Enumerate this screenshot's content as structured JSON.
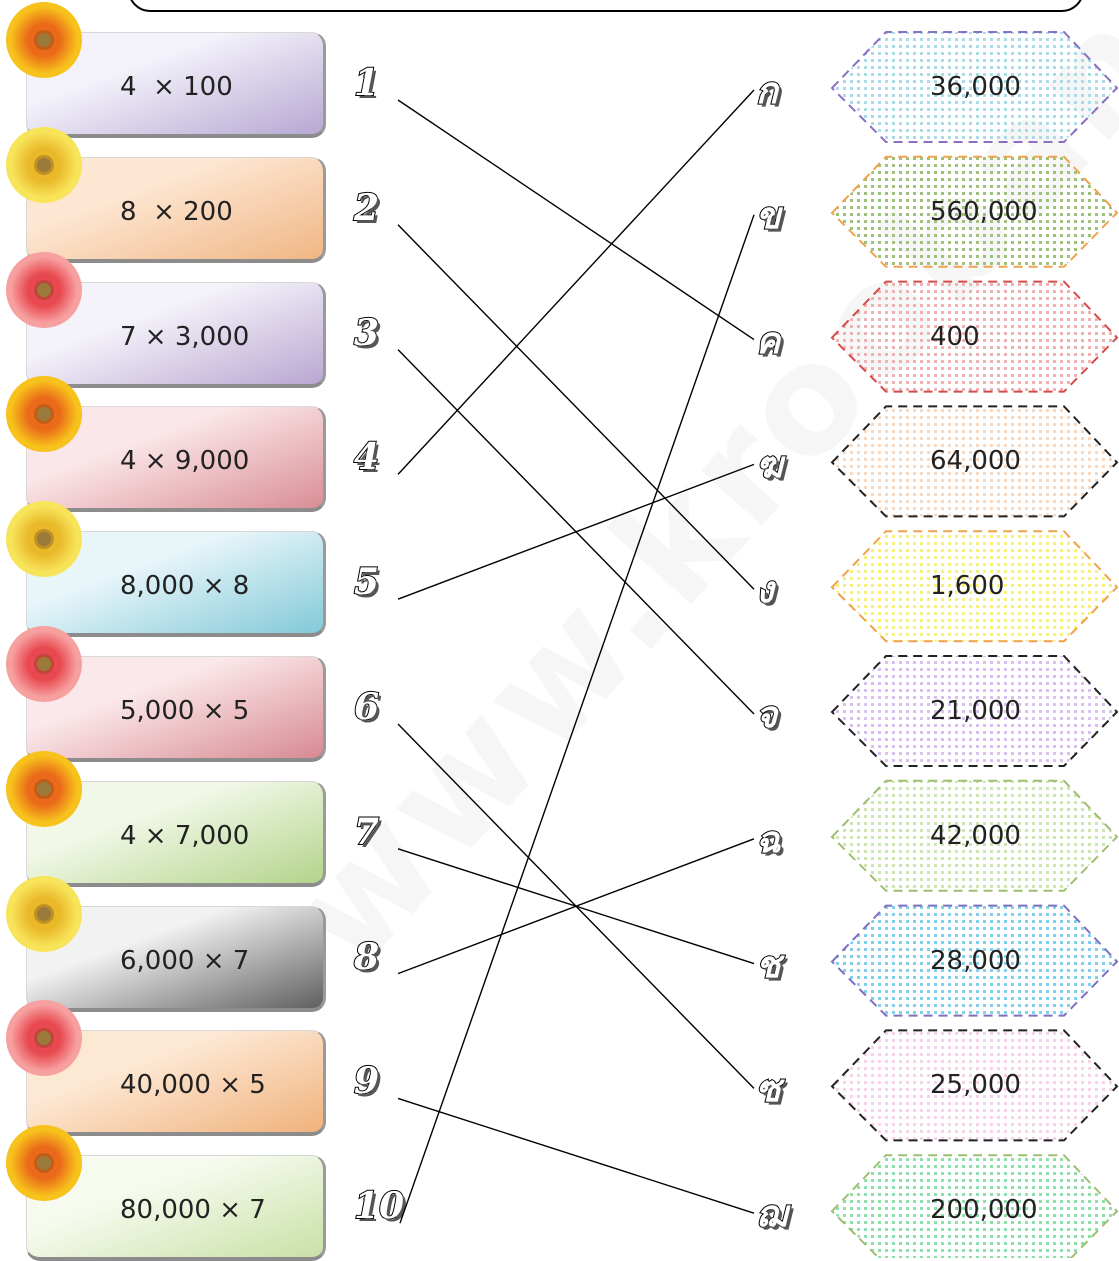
{
  "questions": [
    {
      "num": "1",
      "expr": "4  × 100"
    },
    {
      "num": "2",
      "expr": "8  × 200"
    },
    {
      "num": "3",
      "expr": "7 × 3,000"
    },
    {
      "num": "4",
      "expr": "4 × 9,000"
    },
    {
      "num": "5",
      "expr": "8,000 × 8"
    },
    {
      "num": "6",
      "expr": "5,000 × 5"
    },
    {
      "num": "7",
      "expr": "4 × 7,000"
    },
    {
      "num": "8",
      "expr": "6,000 × 7"
    },
    {
      "num": "9",
      "expr": "40,000 × 5"
    },
    {
      "num": "10",
      "expr": "80,000 × 7"
    }
  ],
  "answers": [
    {
      "letter": "ก",
      "value": "36,000"
    },
    {
      "letter": "ข",
      "value": "560,000"
    },
    {
      "letter": "ค",
      "value": "400"
    },
    {
      "letter": "ฆ",
      "value": "64,000"
    },
    {
      "letter": "ง",
      "value": "1,600"
    },
    {
      "letter": "จ",
      "value": "21,000"
    },
    {
      "letter": "ฉ",
      "value": "42,000"
    },
    {
      "letter": "ช",
      "value": "28,000"
    },
    {
      "letter": "ซ",
      "value": "25,000"
    },
    {
      "letter": "ฌ",
      "value": "200,000"
    }
  ],
  "watermark": "www.kroobannok",
  "box_colors": [
    [
      "#f3f1fa",
      "#b7a8d3"
    ],
    [
      "#fde6d2",
      "#f0b684"
    ],
    [
      "#f5f3fa",
      "#b9a7d2"
    ],
    [
      "#fbe7e9",
      "#d98e95"
    ],
    [
      "#e8f6fa",
      "#83c9d8"
    ],
    [
      "#fbe8ea",
      "#d78a92"
    ],
    [
      "#f2f8e8",
      "#b3d48b"
    ],
    [
      "#f2f2f2",
      "#5f5f5f"
    ],
    [
      "#fde8d4",
      "#f0b27c"
    ],
    [
      "#f7fbef",
      "#c9e0a6"
    ]
  ],
  "flower_types": [
    "orange",
    "yellow",
    "red",
    "orange",
    "yellow",
    "red",
    "orange",
    "yellow",
    "red",
    "orange"
  ],
  "flower_colors": {
    "orange": [
      "#f7c21b",
      "#ea6a1a"
    ],
    "yellow": [
      "#f8e45a",
      "#e9b92a"
    ],
    "red": [
      "#f7a0a0",
      "#e8484f"
    ]
  },
  "hex_styles": [
    {
      "stroke": "#8a6fc2",
      "dots": "#a9dbe8"
    },
    {
      "stroke": "#f0a24c",
      "dots": "#9ec27a"
    },
    {
      "stroke": "#d54b4b",
      "dots": "#f2b0b0"
    },
    {
      "stroke": "#222222",
      "dots": "#f9d8c0"
    },
    {
      "stroke": "#f0a24c",
      "dots": "#f7f07a"
    },
    {
      "stroke": "#222222",
      "dots": "#d9bff2"
    },
    {
      "stroke": "#9cc070",
      "dots": "#cfe5b0"
    },
    {
      "stroke": "#7f6fc0",
      "dots": "#7fd2ec"
    },
    {
      "stroke": "#222222",
      "dots": "#f7d2ea"
    },
    {
      "stroke": "#9cc070",
      "dots": "#8fe0a8"
    }
  ],
  "matches": [
    [
      1,
      3
    ],
    [
      2,
      5
    ],
    [
      3,
      6
    ],
    [
      4,
      1
    ],
    [
      5,
      4
    ],
    [
      6,
      9
    ],
    [
      7,
      8
    ],
    [
      8,
      7
    ],
    [
      9,
      10
    ],
    [
      10,
      2
    ]
  ]
}
